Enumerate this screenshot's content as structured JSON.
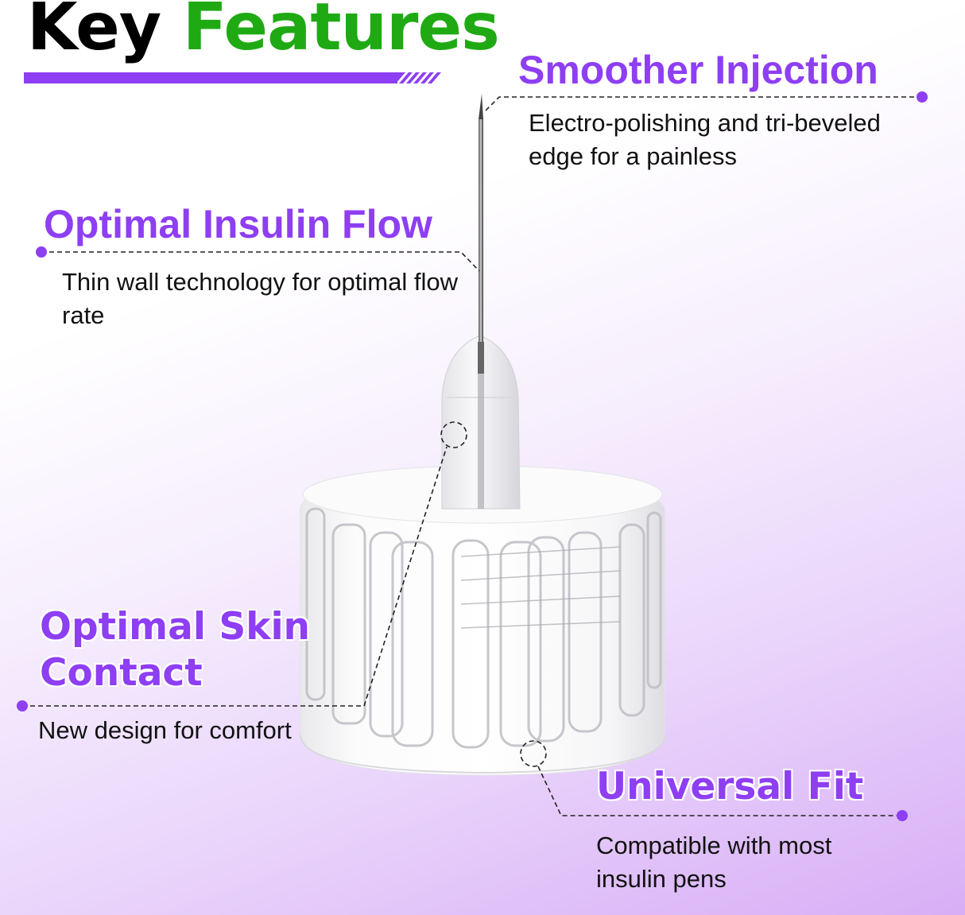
{
  "header": {
    "title_word1": "Key",
    "title_word2": "Features",
    "colors": {
      "title_black": "#000000",
      "title_green": "#1faa14",
      "accent_purple": "#8e3ef3"
    }
  },
  "product": {
    "name": "pen-needle",
    "parts": [
      "needle",
      "hub",
      "cap-base"
    ]
  },
  "features": [
    {
      "title": "Smoother Injection",
      "description": "Electro-polishing and tri-beveled edge for a painless"
    },
    {
      "title": "Optimal Insulin Flow",
      "description": "Thin wall technology for optimal flow rate"
    },
    {
      "title_line1": "Optimal Skin",
      "title_line2": "Contact",
      "description": "New design for comfort"
    },
    {
      "title": "Universal Fit",
      "description": "Compatible with most insulin pens"
    }
  ]
}
